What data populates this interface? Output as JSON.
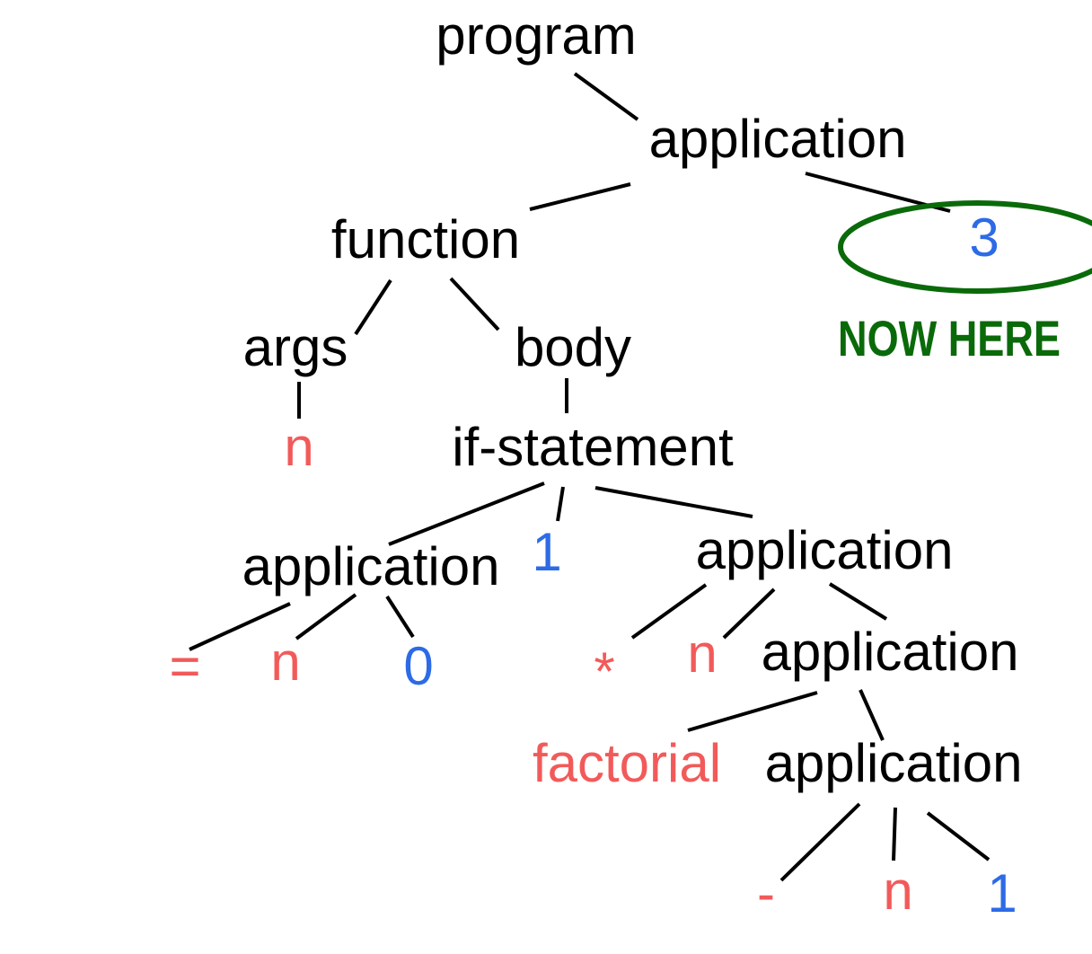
{
  "colors": {
    "keyword": "#000000",
    "identifier": "#f25a5a",
    "number": "#2d6be6",
    "highlight": "#0a6a0a",
    "edge": "#000000"
  },
  "nodes": {
    "program": "program",
    "application_root": "application",
    "function": "function",
    "three": "3",
    "args": "args",
    "body": "body",
    "n_arg": "n",
    "if_statement": "if-statement",
    "application_cond": "application",
    "one_then": "1",
    "application_else": "application",
    "equals": "=",
    "n_cond": "n",
    "zero": "0",
    "times": "*",
    "n_mul": "n",
    "application_call": "application",
    "factorial": "factorial",
    "application_sub": "application",
    "minus": "-",
    "n_sub": "n",
    "one_sub": "1"
  },
  "callout": {
    "label": "NOW HERE"
  }
}
